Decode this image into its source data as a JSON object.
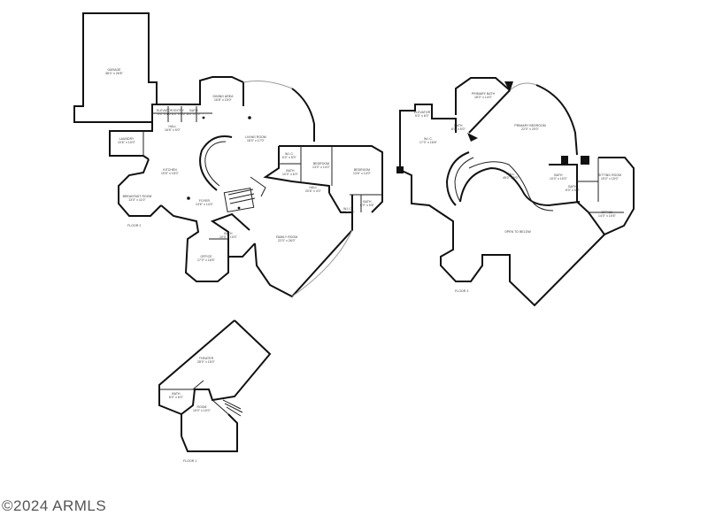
{
  "floors": [
    {
      "label": "FLOOR 2",
      "rooms": [
        {
          "id": "garage",
          "name": "GARAGE",
          "dims": "38'4\" x 26'8\""
        },
        {
          "id": "dining",
          "name": "DINING AREA",
          "dims": "16'8\" x 15'0\""
        },
        {
          "id": "elevator2",
          "name": "ELEVATOR",
          "dims": "5'0\" x 6'0\""
        },
        {
          "id": "entry",
          "name": "ENTRY",
          "dims": "6'0\" x 6'6\""
        },
        {
          "id": "bath2a",
          "name": "BATH",
          "dims": "8'0\" x 5'0\""
        },
        {
          "id": "hall2",
          "name": "HALL",
          "dims": "16'6\" x 5'0\""
        },
        {
          "id": "laundry",
          "name": "LAUNDRY",
          "dims": "10'6\" x 10'0\""
        },
        {
          "id": "living",
          "name": "LIVING ROOM",
          "dims": "18'0\" x 17'0\""
        },
        {
          "id": "kitchen",
          "name": "KITCHEN",
          "dims": "19'6\" x 15'0\""
        },
        {
          "id": "wic2",
          "name": "W.I.C.",
          "dims": "6'0\" x 5'0\""
        },
        {
          "id": "bath2b",
          "name": "BATH",
          "dims": "10'0\" x 6'0\""
        },
        {
          "id": "bedroom2a",
          "name": "BEDROOM",
          "dims": "13'0\" x 14'0\""
        },
        {
          "id": "bedroom2b",
          "name": "BEDROOM",
          "dims": "13'6\" x 14'0\""
        },
        {
          "id": "hall2b",
          "name": "HALL",
          "dims": "20'6\" x 4'0\""
        },
        {
          "id": "breakfast",
          "name": "BREAKFAST ROOM",
          "dims": "13'0\" x 11'0\""
        },
        {
          "id": "foyer",
          "name": "FOYER",
          "dims": "13'6\" x 14'0\""
        },
        {
          "id": "wic2b",
          "name": "W.I.C.",
          "dims": "6'0\" x 5'6\""
        },
        {
          "id": "bath2c",
          "name": "BATH",
          "dims": "6'0\" x 5'6\""
        },
        {
          "id": "bath2d",
          "name": "BATH",
          "dims": "10'0\" x 10'0\""
        },
        {
          "id": "office",
          "name": "OFFICE",
          "dims": "17'0\" x 16'6\""
        },
        {
          "id": "family",
          "name": "FAMILY ROOM",
          "dims": "22'0\" x 26'0\""
        }
      ]
    },
    {
      "label": "FLOOR 3",
      "rooms": [
        {
          "id": "elevator3",
          "name": "ELEVATOR",
          "dims": "5'0\" x 6'0\""
        },
        {
          "id": "primary_bath",
          "name": "PRIMARY BATH",
          "dims": "18'0\" x 14'0\""
        },
        {
          "id": "bath3a",
          "name": "BATH",
          "dims": "6'0\" x 5'0\""
        },
        {
          "id": "wic3",
          "name": "W.I.C.",
          "dims": "17'0\" x 16'6\""
        },
        {
          "id": "primary_bed",
          "name": "PRIMARY BEDROOM",
          "dims": "22'0\" x 20'0\""
        },
        {
          "id": "hall3",
          "name": "HALL",
          "dims": "45'0\" x 5'0\""
        },
        {
          "id": "bath3b",
          "name": "BATH",
          "dims": "10'0\" x 10'0\""
        },
        {
          "id": "sitting",
          "name": "SITTING ROOM",
          "dims": "15'0\" x 15'0\""
        },
        {
          "id": "bath3c",
          "name": "BATH",
          "dims": "6'0\" x 5'0\""
        },
        {
          "id": "office3",
          "name": "OFFICE",
          "dims": "14'0\" x 15'6\""
        },
        {
          "id": "open_below",
          "name": "OPEN TO BELOW",
          "dims": ""
        }
      ]
    },
    {
      "label": "FLOOR 1",
      "rooms": [
        {
          "id": "theater",
          "name": "THEATER",
          "dims": "28'0\" x 15'0\""
        },
        {
          "id": "bath1",
          "name": "BATH",
          "dims": "8'0\" x 6'0\""
        },
        {
          "id": "room1",
          "name": "ROOM",
          "dims": "15'0\" x 10'0\""
        }
      ]
    }
  ],
  "copyright": "©2024 ARMLS",
  "colors": {
    "wall": "#111111",
    "window": "#9a9a9a",
    "text": "#333333"
  }
}
